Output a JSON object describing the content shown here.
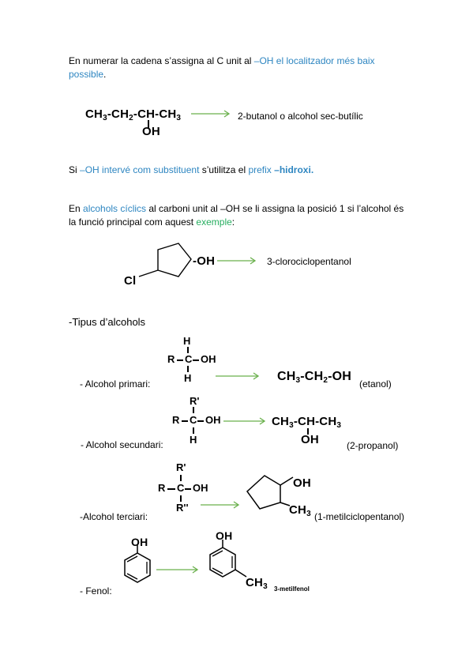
{
  "numbering": {
    "t1": "En numerar la cadena s’assigna al C unit al ",
    "t2": "–OH el localitzador més baix",
    "t3": "possible",
    "t4": "."
  },
  "example1": {
    "f_a": "CH",
    "f_b": "3",
    "f_c": "-CH",
    "f_d": "2",
    "f_e": "-CH-CH",
    "f_f": "3",
    "oh": "OH",
    "name": "2-butanol o alcohol sec-butílic"
  },
  "substituent": {
    "t1": "Si ",
    "t2": "–OH intervé com substituent",
    "t3": " s’utilitza el ",
    "t4": "prefix ",
    "t5": "–hidroxi."
  },
  "cyclic": {
    "t1": "En ",
    "t2": "alcohols cíclics",
    "t3": " al carboni unit al –OH se li assigna la posició 1 si l’alcohol és",
    "t4": "la funció principal com aquest ",
    "t5": "exemple",
    "t6": ":",
    "oh": "-OH",
    "cl": "Cl",
    "name": "3-clorociclopentanol"
  },
  "types": {
    "heading": "-Tipus d’alcohols",
    "primary": {
      "label": "- Alcohol primari:",
      "h_top": "H",
      "r": "R",
      "c": "C",
      "oh": "OH",
      "h_bottom": "H",
      "f_a": "CH",
      "f_b": "3",
      "f_c": "-CH",
      "f_d": "2",
      "f_e": "-OH",
      "name": "(etanol)"
    },
    "secondary": {
      "label": "- Alcohol secundari:",
      "r_top": "R'",
      "r": "R",
      "c": "C",
      "oh": "OH",
      "h_bottom": "H",
      "f_a": "CH",
      "f_b": "3",
      "f_c": "-CH-CH",
      "f_d": "3",
      "oh2": "OH",
      "name": "(2-propanol)"
    },
    "tertiary": {
      "label": "-Alcohol terciari:",
      "r_top": "R'",
      "r": "R",
      "c": "C",
      "oh": "OH",
      "r_bottom": "R''",
      "ring_oh": "OH",
      "ch3": "CH",
      "ch3_sub": "3",
      "name": "(1-metilciclopentanol)"
    },
    "phenol": {
      "label": "- Fenol:",
      "oh1": "OH",
      "oh2": "OH",
      "ch3": "CH",
      "ch3_sub": "3",
      "name": "3-metilfenol"
    }
  },
  "colors": {
    "arrow": "#6ab04c",
    "blue": "#2e86c1",
    "green": "#27ae60"
  }
}
